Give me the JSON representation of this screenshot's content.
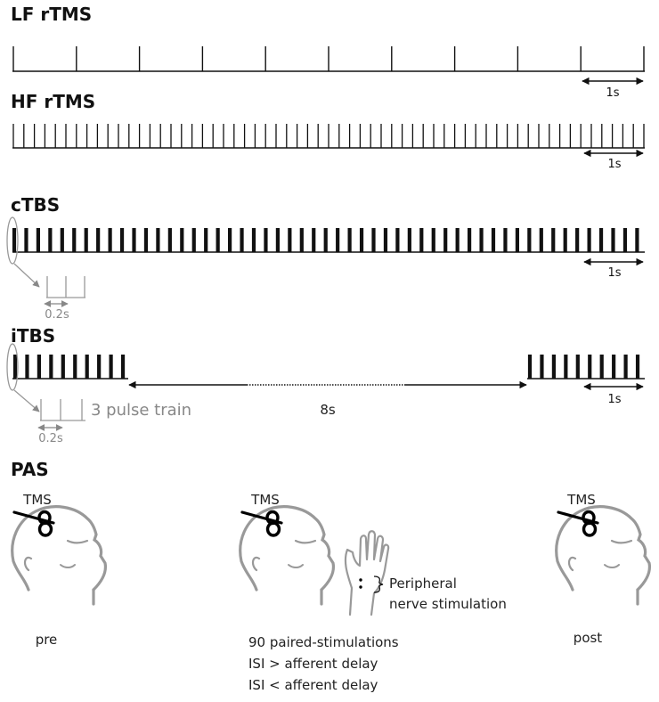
{
  "protocols": {
    "lf": {
      "title": "LF rTMS",
      "scale_label": "1s"
    },
    "hf": {
      "title": "HF rTMS",
      "scale_label": "1s"
    },
    "ctbs": {
      "title": "cTBS",
      "scale_label": "1s",
      "inset_label": "0.2s"
    },
    "itbs": {
      "title": "iTBS",
      "scale_label": "1s",
      "inset_label": "0.2s",
      "train_label": "3 pulse train",
      "gap_label": "8s"
    },
    "pas": {
      "title": "PAS",
      "tms_label": "TMS",
      "pre_label": "pre",
      "post_label": "post",
      "peripheral_label_1": "Peripheral",
      "peripheral_label_2": "nerve stimulation",
      "notes": [
        "90 paired-stimulations",
        "ISI > afferent delay",
        "ISI < afferent delay"
      ]
    }
  },
  "colors": {
    "pulse": "#111111",
    "inset": "#888888",
    "head": "#999999"
  }
}
